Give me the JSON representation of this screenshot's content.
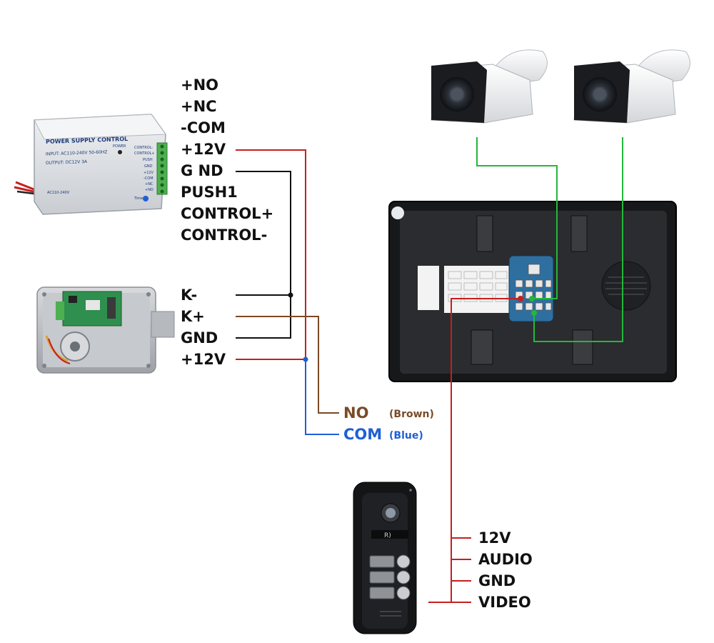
{
  "colors": {
    "red_wire": "#c42020",
    "black_wire": "#111111",
    "brown_wire": "#7a4a26",
    "blue_wire": "#1f5fd6",
    "green_wire": "#23b83a",
    "no_label": "#7a4a26",
    "com_label": "#1f5fd6"
  },
  "power_supply": {
    "title": "POWER SUPPLY CONTROL",
    "power_led": "POWER",
    "input": "INPUT: AC110-240V 50-60HZ",
    "output": "OUTPUT: DC12V 3A",
    "model": "AC110-240V",
    "terminals": [
      "CONTROL-",
      "CONTROL+",
      "PUSH",
      "GND",
      "+12V",
      "-COM",
      "+NC",
      "+NO"
    ],
    "time": "Time"
  },
  "power_labels": [
    "+NO",
    "+NC",
    "-COM",
    "+12V",
    "G ND",
    "PUSH1",
    "CONTROL+",
    "CONTROL-"
  ],
  "lock_labels": [
    "K-",
    "K+",
    "GND",
    "+12V"
  ],
  "relay": {
    "no": "NO",
    "no_note": "(Brown)",
    "com": "COM",
    "com_note": "(Blue)"
  },
  "doorbell_labels": [
    "12V",
    "AUDIO",
    "GND",
    "VIDEO"
  ]
}
